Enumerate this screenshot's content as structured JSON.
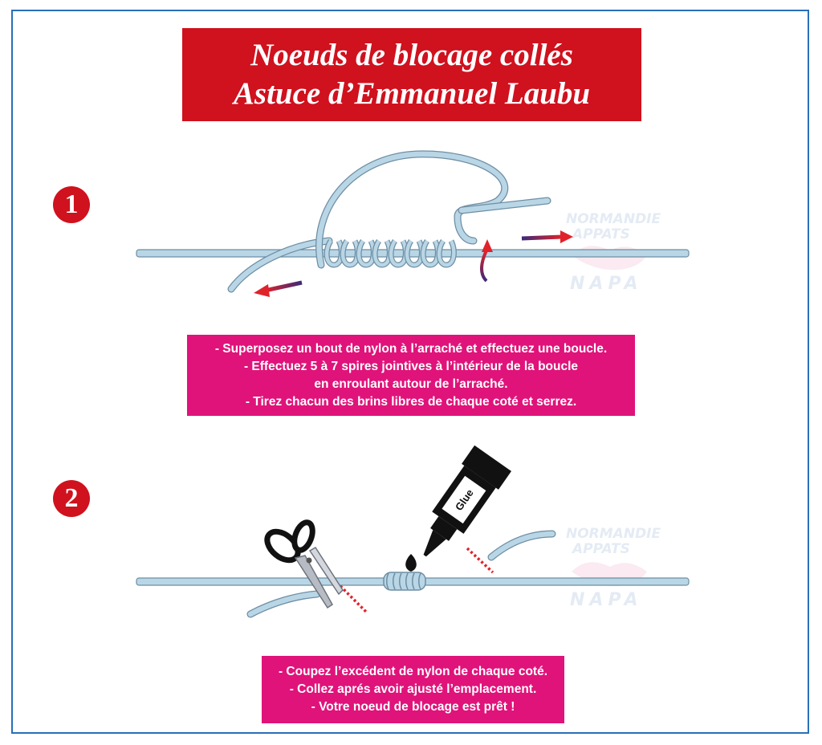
{
  "title": {
    "line1": "Noeuds de blocage collés",
    "line2": "Astuce d’Emmanuel Laubu"
  },
  "steps": [
    {
      "number": "1",
      "instructions": [
        "- Superposez  un bout de nylon à l’arraché et effectuez une boucle.",
        "- Effectuez  5 à 7 spires jointives à l’intérieur de la boucle",
        "en enroulant autour de l’arraché.",
        "- Tirez chacun des brins libres de chaque coté et serrez."
      ]
    },
    {
      "number": "2",
      "instructions": [
        "- Coupez l’excédent de nylon de chaque coté.",
        "- Collez  aprés avoir ajusté l’emplacement.",
        "- Votre noeud de blocage est prêt !"
      ]
    }
  ],
  "glue_tube_label": "Glue",
  "watermark": {
    "line1": "NORMANDIE",
    "line2": "APPATS",
    "line3": "NAPA"
  },
  "colors": {
    "frame": "#2a6fb8",
    "title_bg": "#d0111e",
    "step_badge": "#d0111e",
    "instruction_bg": "#e0137a",
    "line": "#b9d6e6",
    "line_stroke": "#6e8ea3",
    "arrow_red": "#e0232a",
    "arrow_dark": "#3b2a7a"
  }
}
